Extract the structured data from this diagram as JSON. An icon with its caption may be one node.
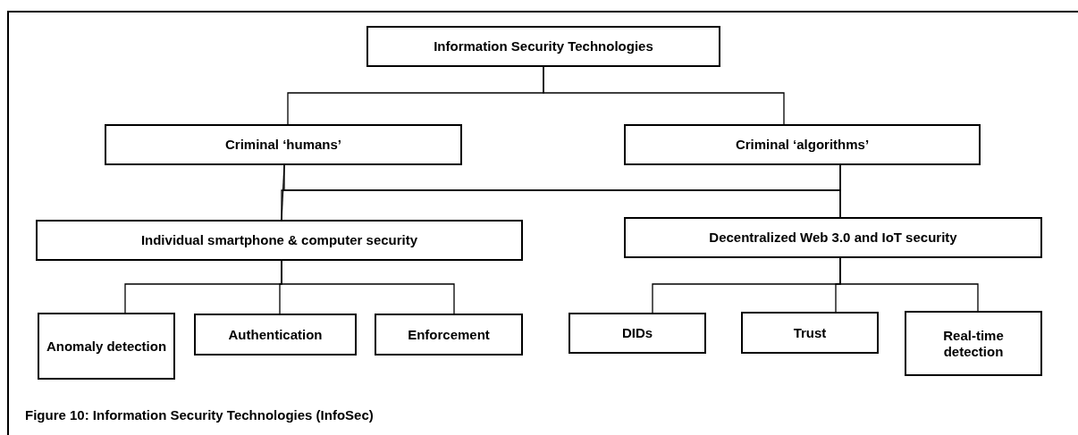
{
  "diagram": {
    "caption": "Figure 10: Information Security Technologies (InfoSec)",
    "nodes": [
      {
        "text": [
          "Information Security Technologies"
        ]
      },
      {
        "text": [
          "Criminal ‘humans’"
        ]
      },
      {
        "text": [
          "Criminal ‘algorithms’"
        ]
      },
      {
        "text": [
          "Individual smartphone & computer security"
        ]
      },
      {
        "text": [
          "Decentralized Web 3.0 and IoT security"
        ]
      },
      {
        "text": [
          "Anomaly detection"
        ]
      },
      {
        "text": [
          "Authentication"
        ]
      },
      {
        "text": [
          "Enforcement"
        ]
      },
      {
        "text": [
          "DIDs"
        ]
      },
      {
        "text": [
          "Trust"
        ]
      },
      {
        "text": [
          "Real-time detection"
        ]
      }
    ],
    "edges": [
      {
        "from": 0,
        "to": 1,
        "arrow": "none"
      },
      {
        "from": 0,
        "to": 2,
        "arrow": "none"
      },
      {
        "from": 1,
        "to": 3,
        "arrow": "none"
      },
      {
        "from": 2,
        "to": 4,
        "arrow": "none"
      },
      {
        "from": 1,
        "to": 4,
        "arrow": "none"
      },
      {
        "from": 2,
        "to": 3,
        "arrow": "none"
      },
      {
        "from": 3,
        "to": 5,
        "arrow": "none"
      },
      {
        "from": 3,
        "to": 6,
        "arrow": "none"
      },
      {
        "from": 3,
        "to": 7,
        "arrow": "none"
      },
      {
        "from": 4,
        "to": 8,
        "arrow": "none"
      },
      {
        "from": 4,
        "to": 9,
        "arrow": "none"
      },
      {
        "from": 4,
        "to": 10,
        "arrow": "none"
      }
    ]
  }
}
